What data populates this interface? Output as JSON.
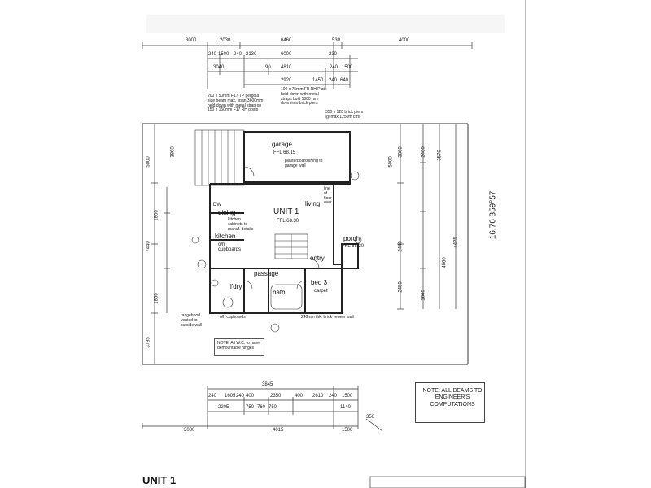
{
  "unit_title": "UNIT 1",
  "plan": {
    "unit_label": "UNIT 1",
    "unit_area": "FFL 68.30",
    "rooms": {
      "garage": "garage",
      "garage_level": "FFL 68.15",
      "living": "living",
      "dining": "dining",
      "kitchen": "kitchen",
      "passage": "passage",
      "bed3": "bed 3",
      "bed3_sub": "carpet",
      "porch": "porch",
      "porch_level": "FFL 68.30",
      "entry": "entry",
      "ldry": "l'dry",
      "bath": "bath",
      "dw": "DW",
      "oh_cupboards": "o/h cupboards"
    }
  },
  "notes": {
    "pergola": "200 x 50mm F17 TP pergola side beam max. span 3600mm held down with metal strap on 150 x 150mm F17 RH posts",
    "fb": "100 x 75mm FB RH Plate held down with metal straps built 1800 mm down into brick piers",
    "piers": "350 x 120 brick piers @ max 1250m ctrs",
    "plaster": "plasterboard lining to garage wall",
    "kitchen_cab": "kitchen cabinets to manuf. details",
    "rangehood": "rangehood vented to outside wall",
    "oh_cup": "o/h cupboards",
    "veneer": "240mm thk. brick veneer wall",
    "line_floor": "line of floor over",
    "wc_note": "NOTE: All W.C. to have demountable hinges",
    "beams": "NOTE: ALL BEAMS TO ENGINEER'S COMPUTATIONS"
  },
  "bearing": "16.76 359°57'",
  "dims": {
    "top1": [
      "3000",
      "2030",
      "6460",
      "530",
      "4000"
    ],
    "top2": [
      "240",
      "1500",
      "240",
      "2130",
      "6000",
      "230"
    ],
    "top3": [
      "3040",
      "4810",
      "240",
      "1500",
      "90"
    ],
    "top4": [
      "2920",
      "1450",
      "240",
      "640"
    ],
    "bot1": [
      "3845"
    ],
    "bot2": [
      "240",
      "1605",
      "240",
      "400",
      "2350",
      "400",
      "2610",
      "240",
      "1500"
    ],
    "bot3": [
      "2205",
      "750",
      "760",
      "750",
      "1140",
      "350"
    ],
    "bot4": [
      "3000",
      "4015",
      "1500"
    ],
    "left": [
      "3860",
      "5000",
      "7440",
      "1800",
      "1860",
      "3785"
    ],
    "right": [
      "3860",
      "2400",
      "5000",
      "3570",
      "4425",
      "2440",
      "4060",
      "2450",
      "1660"
    ]
  }
}
